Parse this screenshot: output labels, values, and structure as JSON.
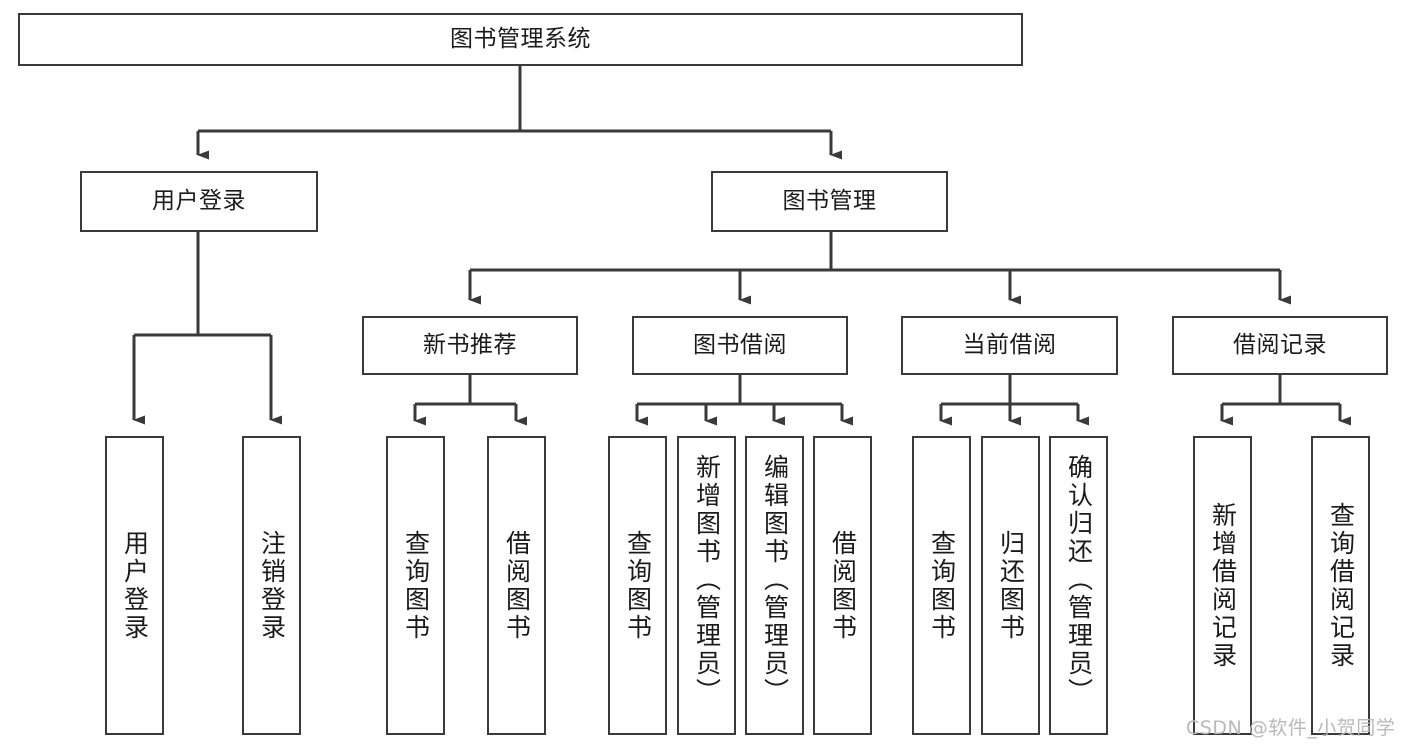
{
  "diagram": {
    "title": "图书管理系统",
    "type": "tree-hierarchy",
    "watermark": "CSDN @软件_小贺同学",
    "colors": {
      "box_border": "#3a3a3a",
      "box_fill": "#ffffff",
      "edge": "#3a3a3a",
      "text": "#1b1b1b",
      "watermark": "#b9b9b9"
    },
    "levels": {
      "root": {
        "label": "图书管理系统"
      },
      "level2": [
        {
          "label": "用户登录"
        },
        {
          "label": "图书管理"
        }
      ],
      "level3": [
        {
          "label": "新书推荐"
        },
        {
          "label": "图书借阅"
        },
        {
          "label": "当前借阅"
        },
        {
          "label": "借阅记录"
        }
      ],
      "leaves": {
        "user_login": [
          {
            "label": "用户登录"
          },
          {
            "label": "注销登录"
          }
        ],
        "new_book_recommend": [
          {
            "label": "查询图书"
          },
          {
            "label": "借阅图书"
          }
        ],
        "book_borrow": [
          {
            "label": "查询图书"
          },
          {
            "label": "新增图书（管理员）"
          },
          {
            "label": "编辑图书（管理员）"
          },
          {
            "label": "借阅图书"
          }
        ],
        "current_borrow": [
          {
            "label": "查询图书"
          },
          {
            "label": "归还图书"
          },
          {
            "label": "确认归还（管理员）"
          }
        ],
        "borrow_record": [
          {
            "label": "新增借阅记录"
          },
          {
            "label": "查询借阅记录"
          }
        ]
      }
    }
  }
}
